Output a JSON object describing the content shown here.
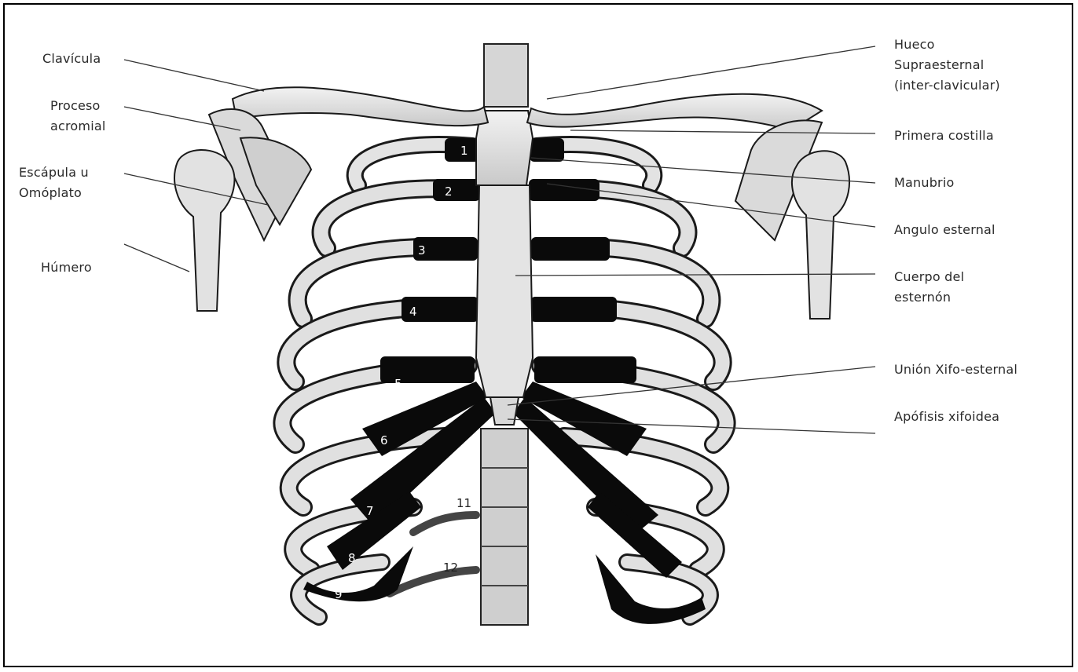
{
  "labels_left": {
    "clavicula": "Clavícula",
    "proceso_1": "Proceso",
    "proceso_2": "acromial",
    "escapula_1": "Escápula u",
    "escapula_2": "Omóplato",
    "humero": "Húmero"
  },
  "labels_right": {
    "hueco_1": "Hueco",
    "hueco_2": "Supraesternal",
    "hueco_3": "(inter-clavicular)",
    "primera": "Primera costilla",
    "manubrio": "Manubrio",
    "angulo": "Angulo esternal",
    "cuerpo_1": "Cuerpo del",
    "cuerpo_2": "esternón",
    "union": "Unión Xifo-esternal",
    "apofisis": "Apófisis xifoidea"
  },
  "rib_numbers": [
    "1",
    "2",
    "3",
    "4",
    "5",
    "6",
    "7",
    "8",
    "9",
    "11",
    "12"
  ],
  "colors": {
    "bone": "#dcdcdc",
    "outline": "#1a1a1a",
    "cartilage": "#0a0a0a",
    "leader": "#333333"
  }
}
